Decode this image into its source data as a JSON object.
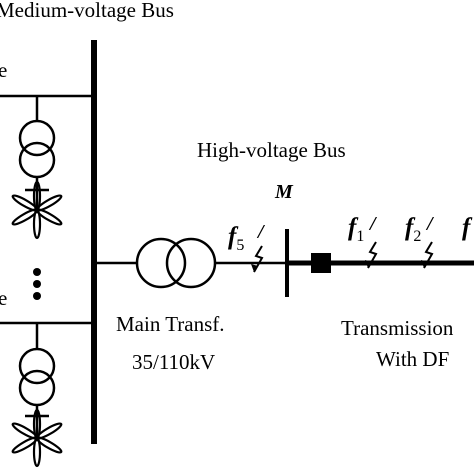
{
  "labels": {
    "medium_voltage_bus": "Medium-voltage Bus",
    "high_voltage_bus": "High-voltage Bus",
    "bus_m": "M",
    "main_transformer": "Main Transf.",
    "transformer_rating": "35/110kV",
    "transmission_line_1": "Transmission",
    "transmission_line_2": "With DF",
    "feeder_upper": "e",
    "feeder_lower": "e"
  },
  "faults": [
    {
      "letter": "f",
      "sub": "5"
    },
    {
      "letter": "f",
      "sub": "1"
    },
    {
      "letter": "f",
      "sub": "2"
    },
    {
      "letter": "f",
      "sub": ""
    }
  ],
  "colors": {
    "line": "#000000",
    "background": "#ffffff"
  }
}
